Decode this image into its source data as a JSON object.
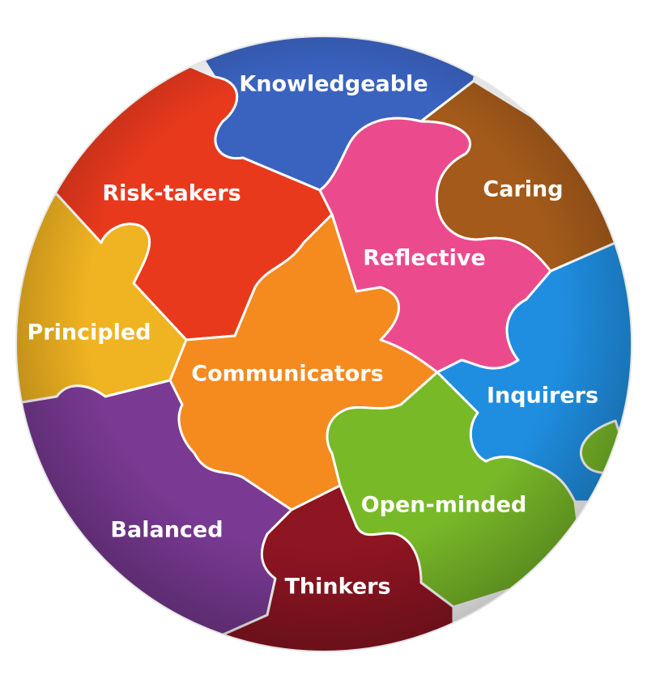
{
  "diagram": {
    "type": "circular puzzle of attributes",
    "pieces": [
      {
        "id": "knowledgeable",
        "label": "Knowledgeable",
        "color": "#3a63c0"
      },
      {
        "id": "caring",
        "label": "Caring",
        "color": "#a35a1a"
      },
      {
        "id": "risk-takers",
        "label": "Risk-takers",
        "color": "#e8391d"
      },
      {
        "id": "reflective",
        "label": "Reflective",
        "color": "#eb4b8c"
      },
      {
        "id": "principled",
        "label": "Principled",
        "color": "#f0b321"
      },
      {
        "id": "communicators",
        "label": "Communicators",
        "color": "#f58a1f"
      },
      {
        "id": "inquirers",
        "label": "Inquirers",
        "color": "#1f8ee0"
      },
      {
        "id": "open-minded",
        "label": "Open-minded",
        "color": "#78b928"
      },
      {
        "id": "balanced",
        "label": "Balanced",
        "color": "#7a3a94"
      },
      {
        "id": "thinkers",
        "label": "Thinkers",
        "color": "#8e1522"
      }
    ]
  }
}
